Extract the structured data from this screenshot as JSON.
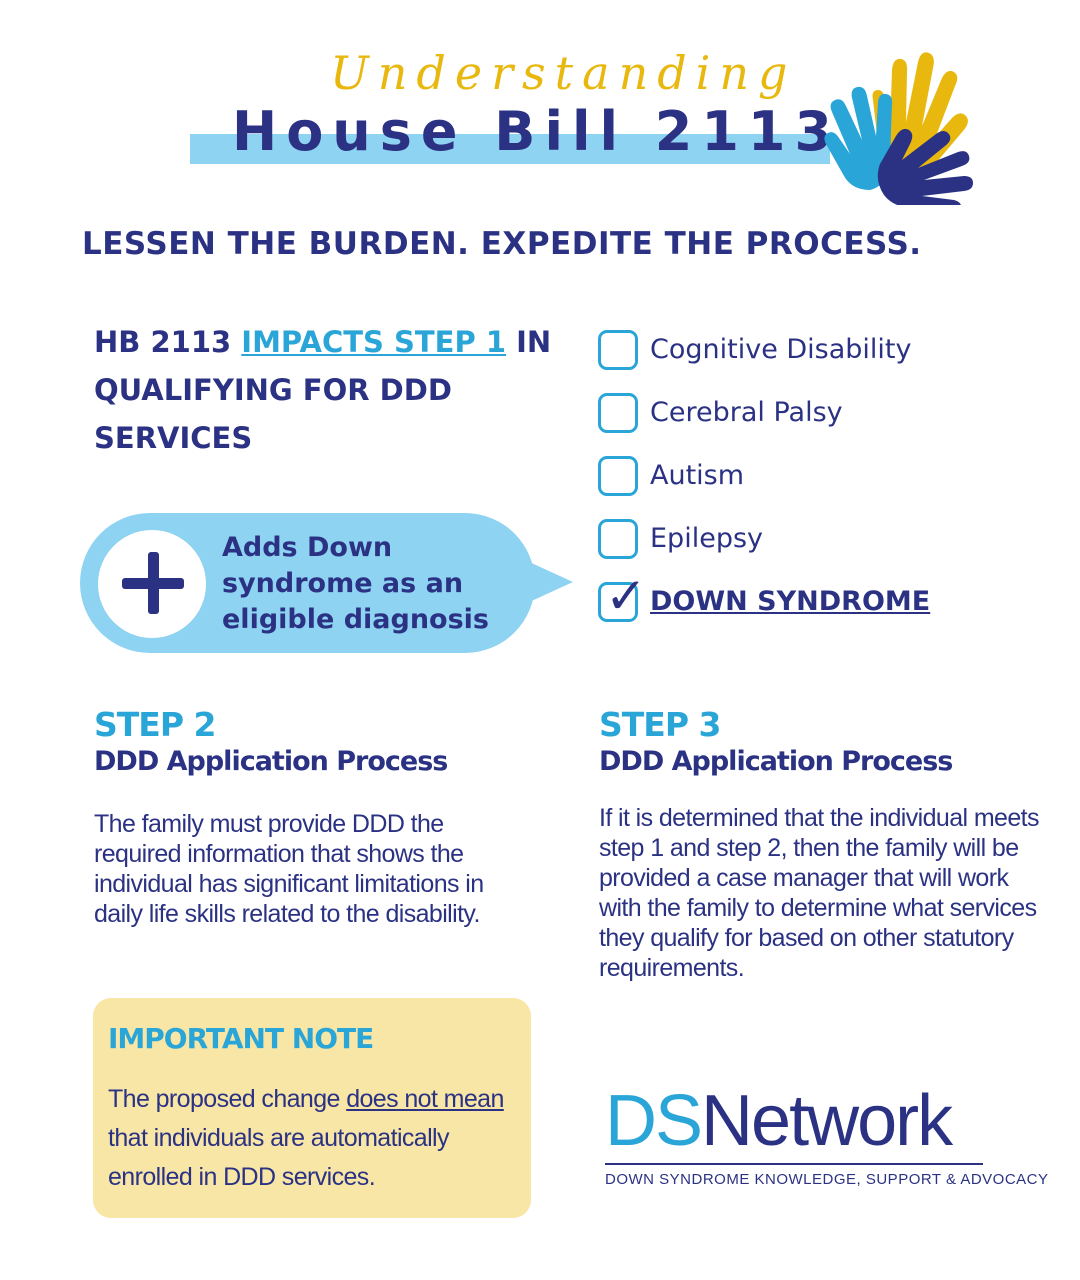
{
  "header": {
    "script_title": "Understanding",
    "main_title": "House Bill 2113",
    "tagline": "LESSEN THE BURDEN.  EXPEDITE THE PROCESS."
  },
  "impact": {
    "prefix": "HB 2113 ",
    "link_text": "IMPACTS STEP 1",
    "suffix": " IN QUALIFYING FOR DDD SERVICES"
  },
  "bubble": {
    "text": "Adds Down syndrome as an eligible diagnosis"
  },
  "checklist": {
    "items": [
      {
        "label": "Cognitive Disability",
        "checked": false
      },
      {
        "label": "Cerebral Palsy",
        "checked": false
      },
      {
        "label": "Autism",
        "checked": false
      },
      {
        "label": "Epilepsy",
        "checked": false
      },
      {
        "label": "DOWN SYNDROME",
        "checked": true
      }
    ]
  },
  "step2": {
    "number": "STEP 2",
    "subtitle": "DDD Application Process",
    "body": "The family must provide DDD the required information that shows the individual has significant limitations in daily life skills related to the disability."
  },
  "step3": {
    "number": "STEP 3",
    "subtitle": "DDD Application Process",
    "body": "If it is determined that the individual meets step 1 and step 2, then the family will be provided a case manager that will work with the family to determine what services they qualify for based on other statutory requirements."
  },
  "note": {
    "heading": "IMPORTANT NOTE",
    "body_before": "The proposed change ",
    "body_underlined": "does not mean",
    "body_after": " that individuals are automatically enrolled in DDD services."
  },
  "logo": {
    "ds": "DS",
    "network": "Network",
    "tagline": "DOWN SYNDROME KNOWLEDGE, SUPPORT & ADVOCACY"
  },
  "colors": {
    "navy": "#2b3283",
    "sky": "#2aa5d8",
    "light_blue": "#8fd3f2",
    "gold": "#e8b80f",
    "note_bg": "#f8e6a6"
  },
  "icons": {
    "hands": "hands-graphic",
    "plus": "plus-icon",
    "check": "checkmark-icon"
  }
}
